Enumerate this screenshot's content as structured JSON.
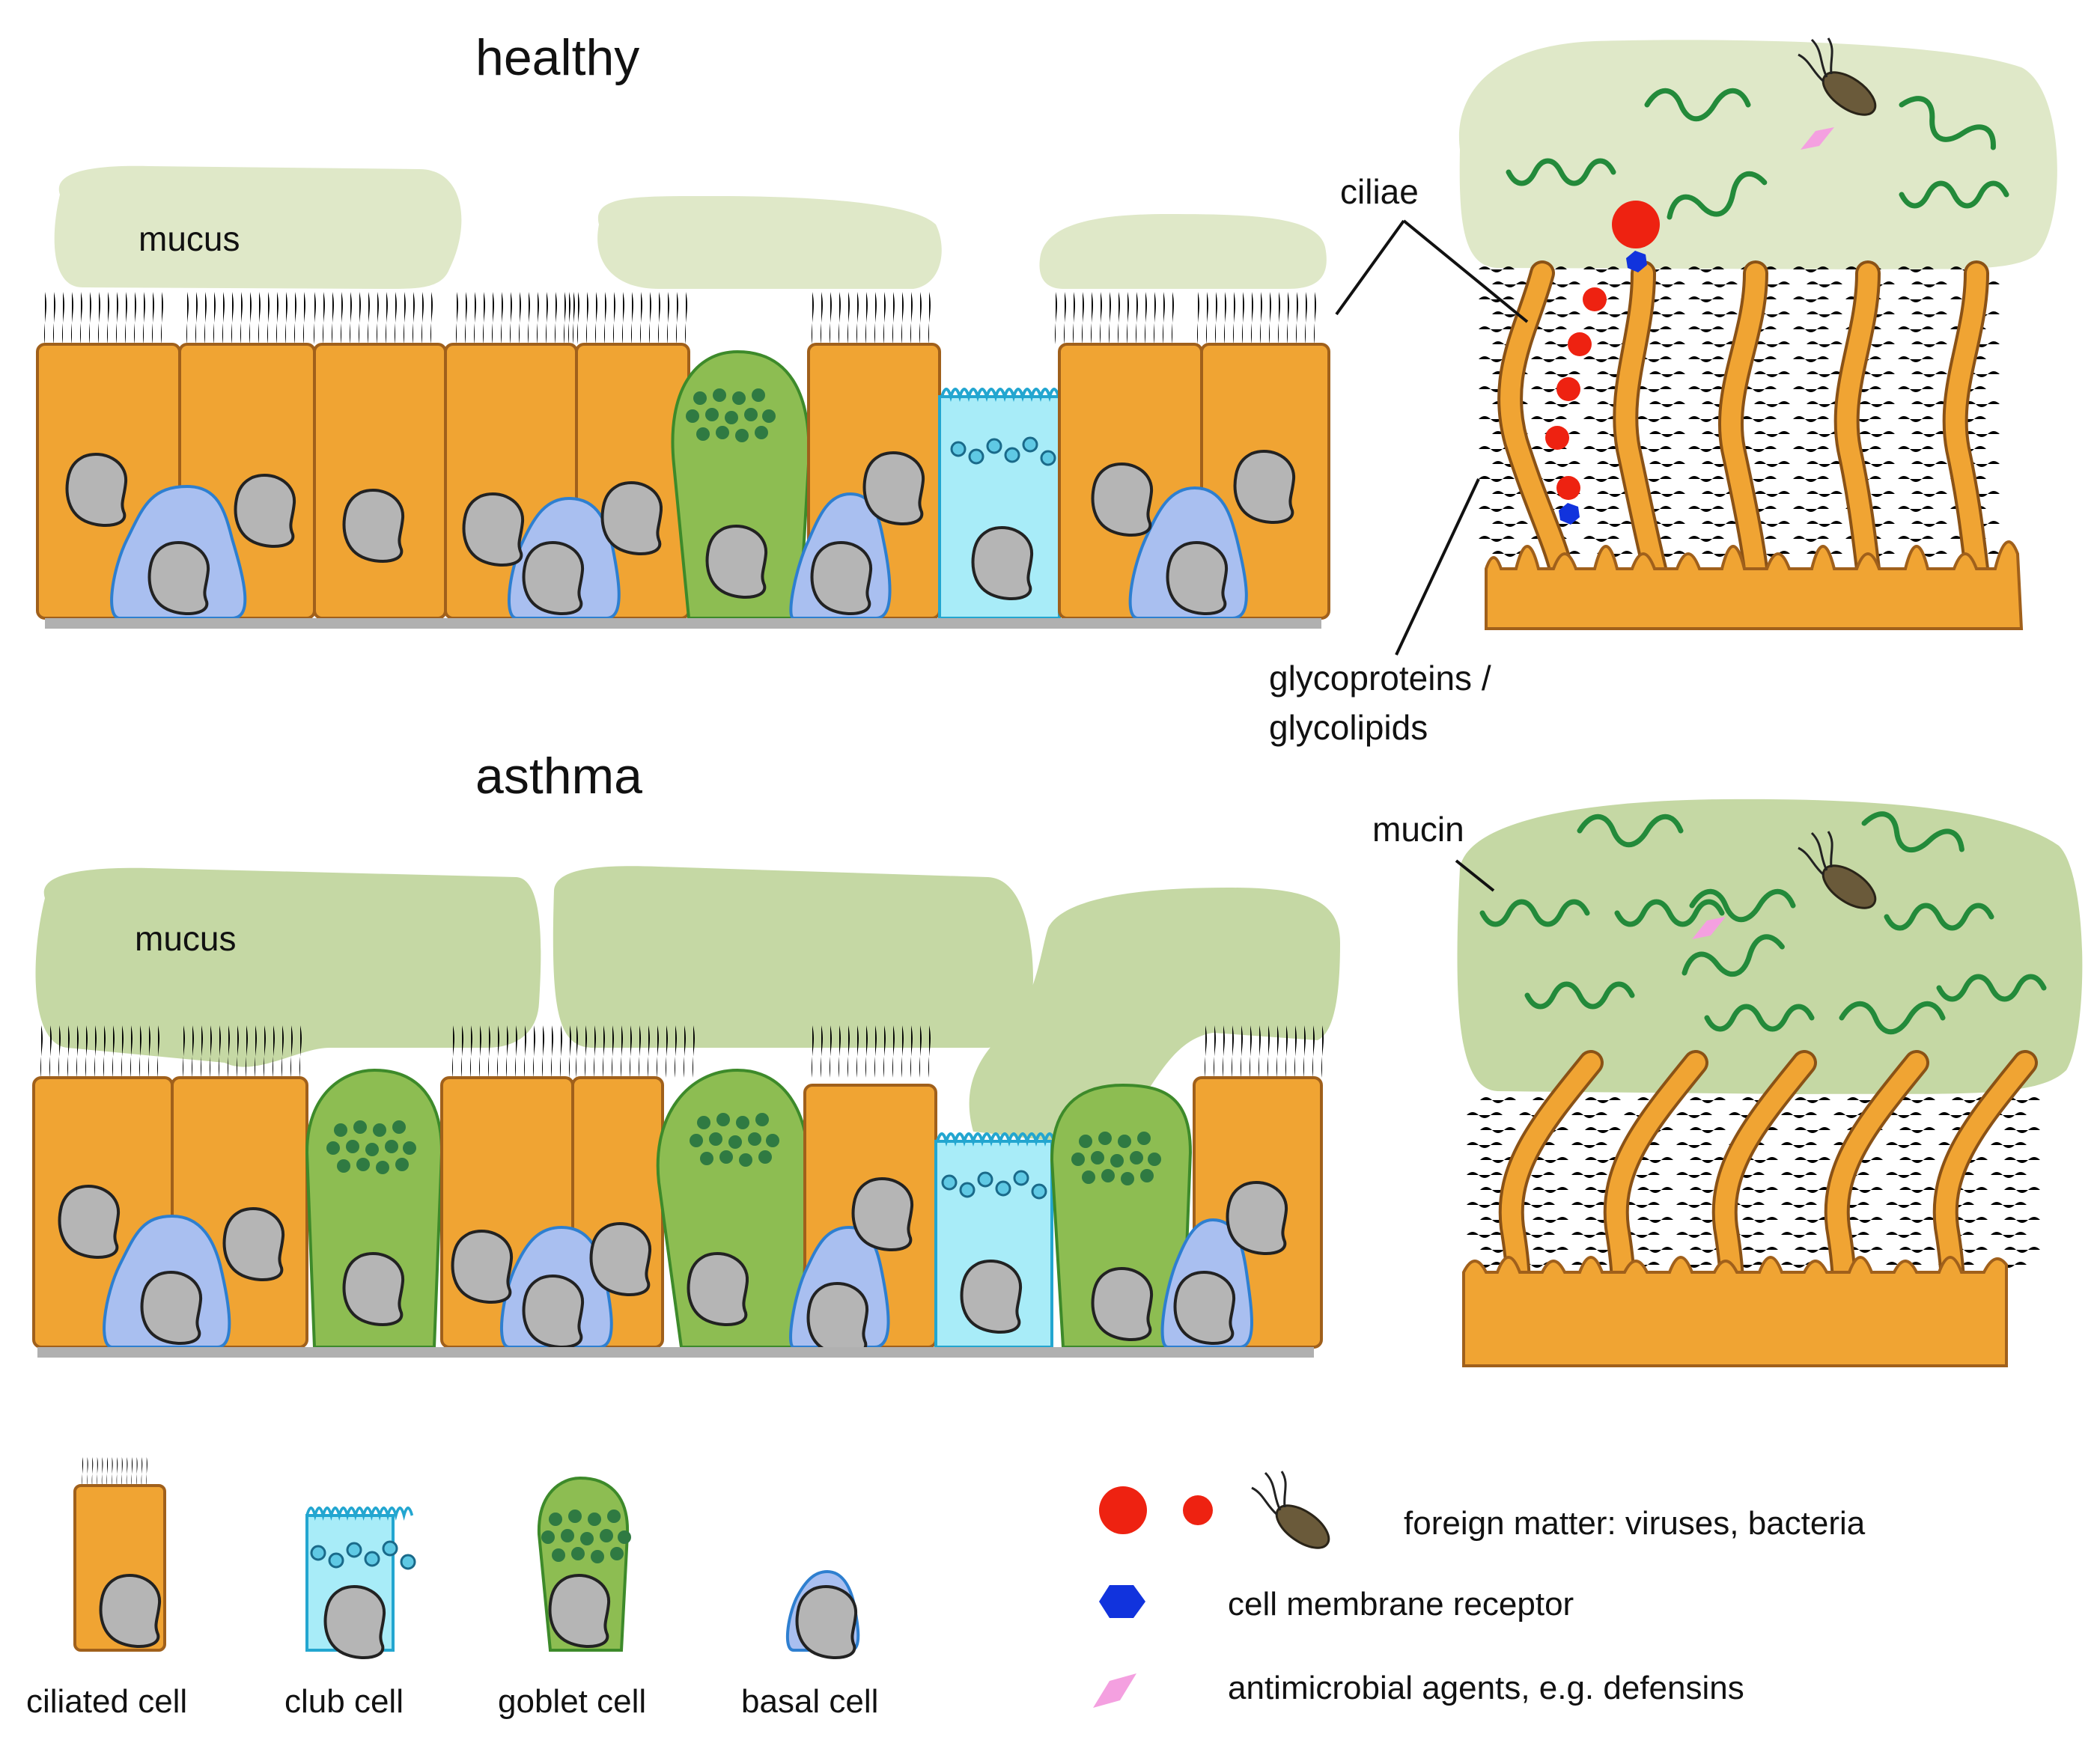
{
  "titles": {
    "healthy": "healthy",
    "asthma": "asthma"
  },
  "labels": {
    "mucus_healthy": "mucus",
    "mucus_asthma": "mucus",
    "ciliae": "ciliae",
    "glyco_line1": "glycoproteins /",
    "glyco_line2": "glycolipids",
    "mucin": "mucin"
  },
  "legend": {
    "cells": [
      {
        "label": "ciliated cell"
      },
      {
        "label": "club cell"
      },
      {
        "label": "goblet cell"
      },
      {
        "label": "basal cell"
      }
    ],
    "foreign_matter": "foreign matter: viruses, bacteria",
    "receptor": "cell membrane receptor",
    "antimicrobial": "antimicrobial agents, e.g. defensins"
  },
  "colors": {
    "ciliated": "#f0a433",
    "club": "#a8ecf8",
    "goblet": "#8dbd52",
    "basal": "#a9bff0",
    "mucus_healthy": "#dfe8c8",
    "mucus_asthma": "#c5d8a4",
    "virus": "#ee2211",
    "receptor": "#1133dd",
    "defensin": "#f4a0e0",
    "bacterium": "#6a5a3a"
  },
  "icons": [
    "virus-icon",
    "bacterium-icon",
    "receptor-icon",
    "defensin-icon",
    "nucleus-icon"
  ]
}
